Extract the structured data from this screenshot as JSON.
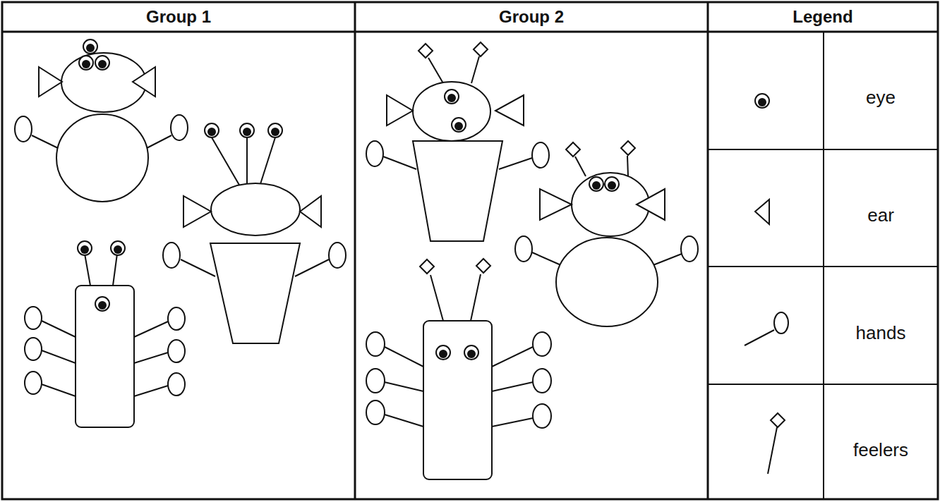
{
  "diagram": {
    "labels": [
      "Group 1",
      "Group 2",
      "Legend"
    ],
    "legend": [
      {
        "text": "eye"
      },
      {
        "text": "ear"
      },
      {
        "text": "hands"
      },
      {
        "text": "feelers"
      }
    ]
  }
}
